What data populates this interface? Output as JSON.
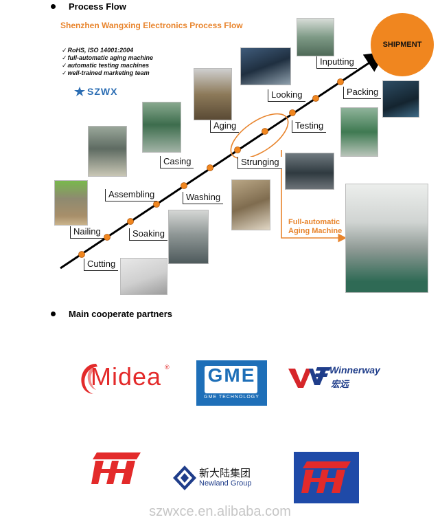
{
  "header": {
    "section1_title": "Process Flow",
    "company_title": "Shenzhen Wangxing Electronics Process Flow",
    "features": [
      "RoHS, ISO 14001:2004",
      "full-automatic aging machine",
      "automatic testing machines",
      "well-trained marketing team"
    ],
    "brand_logo_text": "SZWX"
  },
  "process_steps": [
    "Cutting",
    "Nailing",
    "Soaking",
    "Assembling",
    "Washing",
    "Casing",
    "Strunging",
    "Aging",
    "Looking",
    "Testing",
    "Packing",
    "Inputting"
  ],
  "shipment_label": "SHIPMENT",
  "aging_machine_label": [
    "Full-automatic",
    "Aging Machine"
  ],
  "partners": {
    "section2_title": "Main cooperate partners",
    "midea": "Midea",
    "gme": "GME",
    "gme_sub": "GME TECHNOLOGY",
    "winnerway": "Winnerway",
    "winnerway_cn": "宏远",
    "newland_cn": "新大陆集团",
    "newland_en": "Newland Group"
  },
  "watermark": "szwxce.en.alibaba.com",
  "colors": {
    "accent": "#e8842c",
    "brand_blue": "#2b6db3",
    "partner_red": "#e32a2a",
    "gme_blue": "#1e6fb8"
  }
}
